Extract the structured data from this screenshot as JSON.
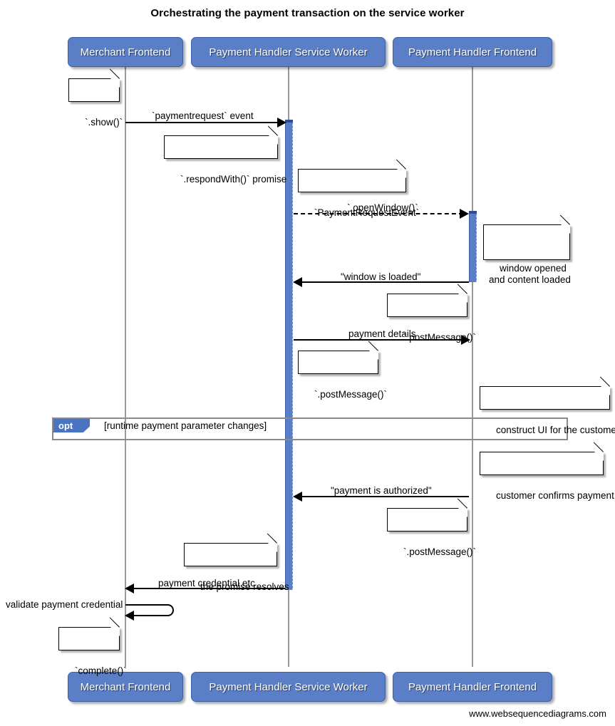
{
  "title": "Orchestrating the payment transaction on the service worker",
  "credit": "www.websequencediagrams.com",
  "participants": [
    {
      "name": "Merchant Frontend"
    },
    {
      "name": "Payment Handler Service Worker"
    },
    {
      "name": "Payment Handler Frontend"
    }
  ],
  "messages": [
    {
      "label": "`paymentrequest` event",
      "from": "Merchant Frontend",
      "to": "Payment Handler Service Worker",
      "style": "solid",
      "direction": "right"
    },
    {
      "label": "`.openWindow()`",
      "from": "Payment Handler Service Worker",
      "to": "Payment Handler Frontend",
      "style": "dashed",
      "direction": "right"
    },
    {
      "label": "\"window is loaded\"",
      "from": "Payment Handler Frontend",
      "to": "Payment Handler Service Worker",
      "style": "solid",
      "direction": "left"
    },
    {
      "label": "payment details",
      "from": "Payment Handler Service Worker",
      "to": "Payment Handler Frontend",
      "style": "solid",
      "direction": "right"
    },
    {
      "label": "\"payment is authorized\"",
      "from": "Payment Handler Frontend",
      "to": "Payment Handler Service Worker",
      "style": "solid",
      "direction": "left"
    },
    {
      "label": "payment credential etc",
      "from": "Payment Handler Service Worker",
      "to": "Merchant Frontend",
      "style": "solid",
      "direction": "left"
    },
    {
      "label": "validate payment credential",
      "from": "Merchant Frontend",
      "to": "Merchant Frontend",
      "style": "self",
      "direction": "self"
    }
  ],
  "notes": [
    {
      "text": "`.show()`"
    },
    {
      "text": "`.respondWith()` promise"
    },
    {
      "text": "`PaymentRequestEvent`"
    },
    {
      "text": "window opened\nand content loaded"
    },
    {
      "text": "`.postMessage()`"
    },
    {
      "text": "`.postMessage()`"
    },
    {
      "text": "construct UI for the customer"
    },
    {
      "text": "customer confirms payment"
    },
    {
      "text": "`.postMessage()`"
    },
    {
      "text": "the promise resolves"
    },
    {
      "text": "`complete()`"
    }
  ],
  "fragment": {
    "type": "opt",
    "condition": "[runtime payment parameter changes]"
  },
  "colors": {
    "participant_fill": "#5B7FC7",
    "participant_border": "#3C5FA8",
    "activation_fill": "#5B7FC7",
    "fragment_tab": "#4A74C0",
    "lifeline": "#9a9a9a",
    "line": "#000000",
    "note_fill": "#ffffff"
  }
}
